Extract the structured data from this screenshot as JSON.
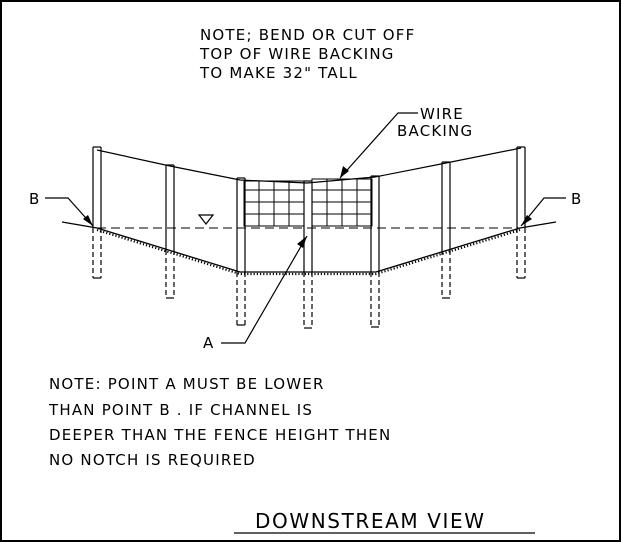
{
  "top_note": {
    "lines": [
      "NOTE; BEND OR CUT OFF",
      "TOP OF WIRE BACKING",
      "TO MAKE 32\" TALL"
    ]
  },
  "labels": {
    "wire_backing": [
      "WIRE",
      "BACKING"
    ],
    "point_b_left": "B",
    "point_b_right": "B",
    "point_a": "A"
  },
  "bottom_note": {
    "lines": [
      "NOTE: POINT A  MUST BE LOWER",
      "THAN POINT B . IF CHANNEL IS",
      "DEEPER THAN THE  FENCE HEIGHT THEN",
      "NO NOTCH IS REQUIRED"
    ]
  },
  "view_title": "DOWNSTREAM VIEW"
}
